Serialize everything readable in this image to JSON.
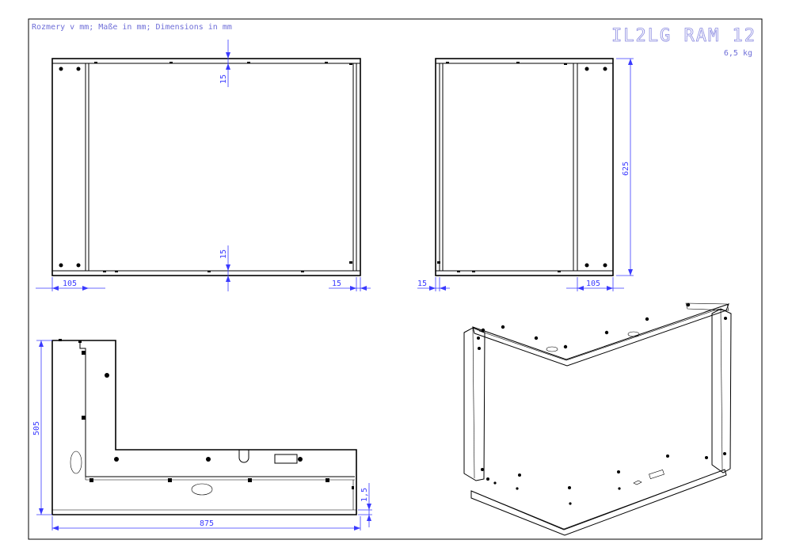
{
  "header": {
    "note": "Rozmery v mm; Maße in mm; Dimensions in mm",
    "title": "IL2LG RAM 12",
    "weight": "6,5 kg"
  },
  "dimensions": {
    "front_top_gap": "15",
    "front_bottom_gap": "15",
    "front_left_width": "105",
    "front_right_gap": "15",
    "side_height": "625",
    "side_left_gap": "15",
    "side_right_width": "105",
    "plan_depth": "505",
    "plan_width": "875",
    "plan_edge": "1,5"
  },
  "colors": {
    "dimension": "#3a3aff",
    "header_text": "#6f6fd8",
    "line": "#000000"
  }
}
